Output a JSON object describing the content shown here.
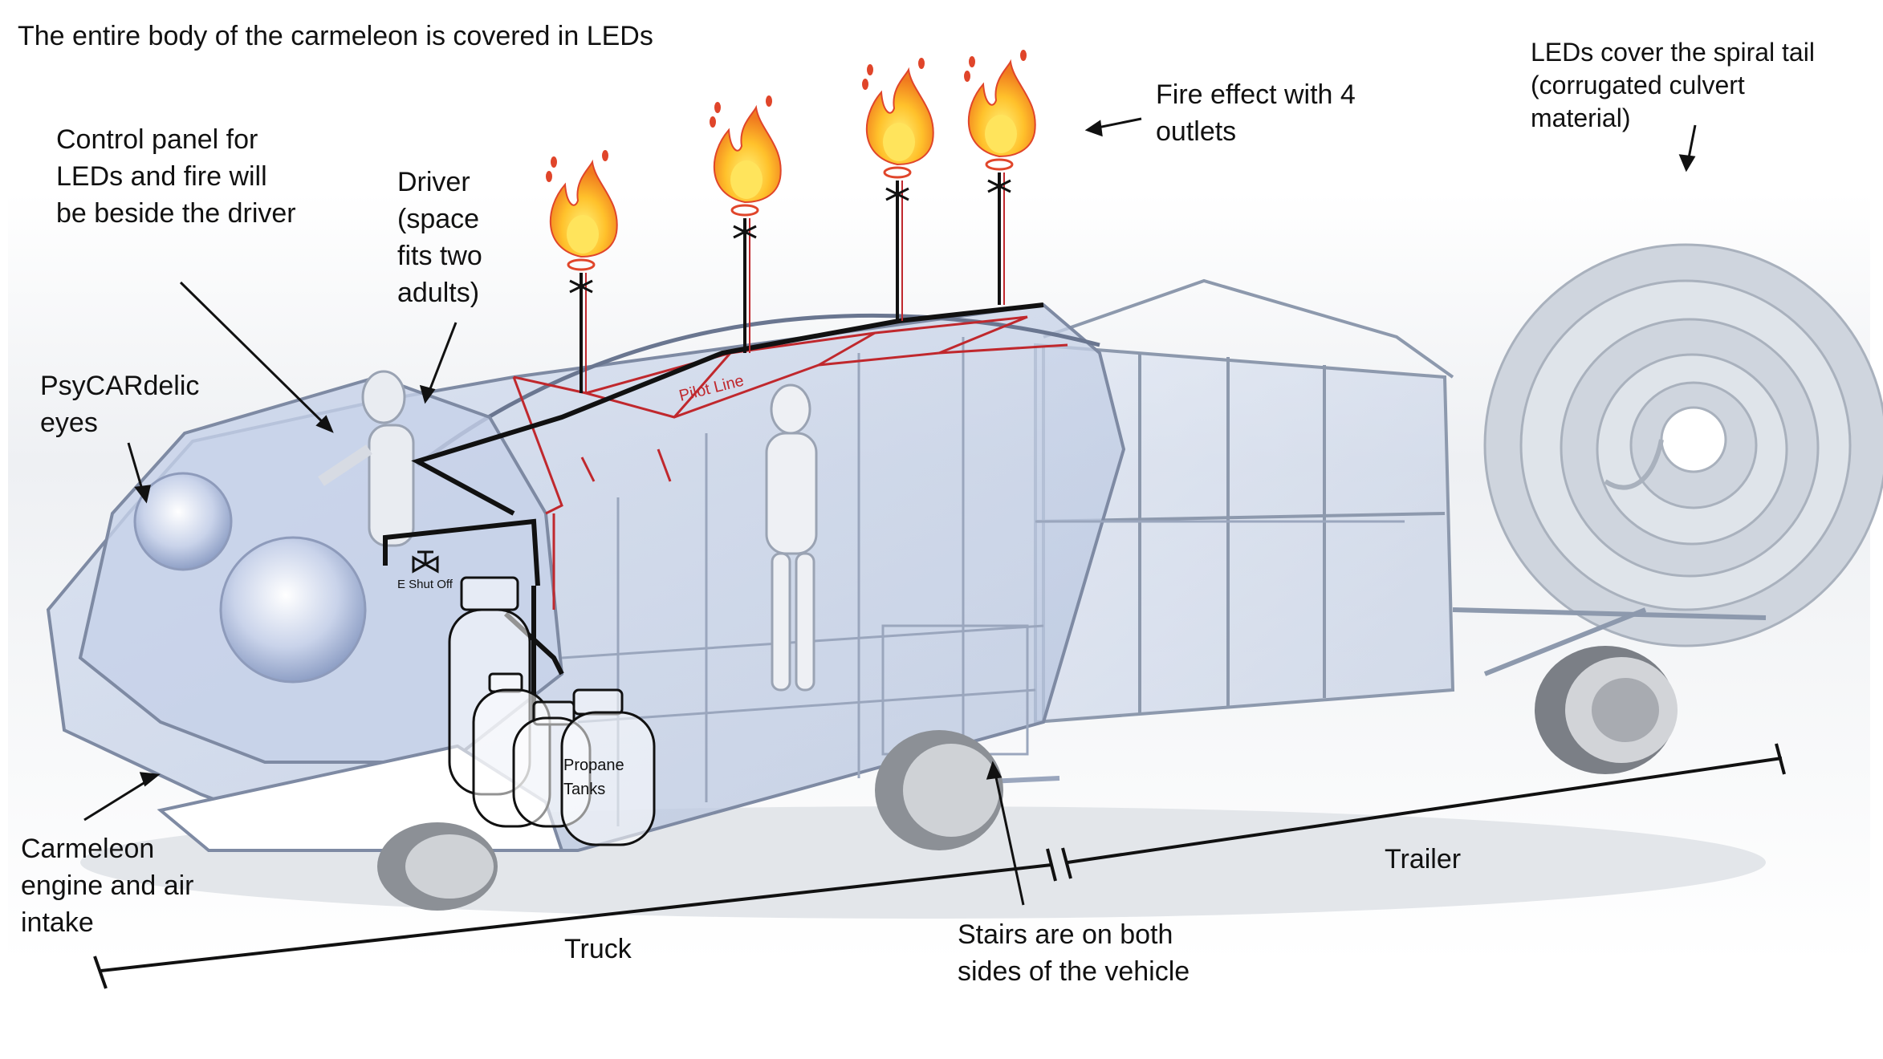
{
  "labels": {
    "top_note": "The entire body of the carmeleon is covered in LEDs",
    "control_panel": "Control panel for LEDs and fire will be beside the driver",
    "driver": "Driver (space fits two adults)",
    "eyes": "PsyCARdelic eyes",
    "fire": "Fire effect with 4 outlets",
    "tail": "LEDs cover the spiral tail (corrugated culvert material)",
    "engine": "Carmeleon engine and air intake",
    "truck": "Truck",
    "stairs": "Stairs are on both sides of the vehicle",
    "trailer": "Trailer"
  },
  "inner_labels": {
    "pilot_line": "Pilot Line",
    "shutoff": "E Shut Off",
    "propane_1": "Propane",
    "propane_2": "Tanks"
  },
  "colors": {
    "pilot_line": "#c0282d",
    "gas_line": "#111111",
    "body_glass": "#c9d6ec",
    "tail": "#c8ced8",
    "flame_outer": "#f7a823",
    "flame_inner": "#ffe45c",
    "flame_red": "#e0452a"
  },
  "icons": [
    "flame-icon",
    "valve-icon",
    "propane-tank-icon",
    "wheel-icon"
  ]
}
